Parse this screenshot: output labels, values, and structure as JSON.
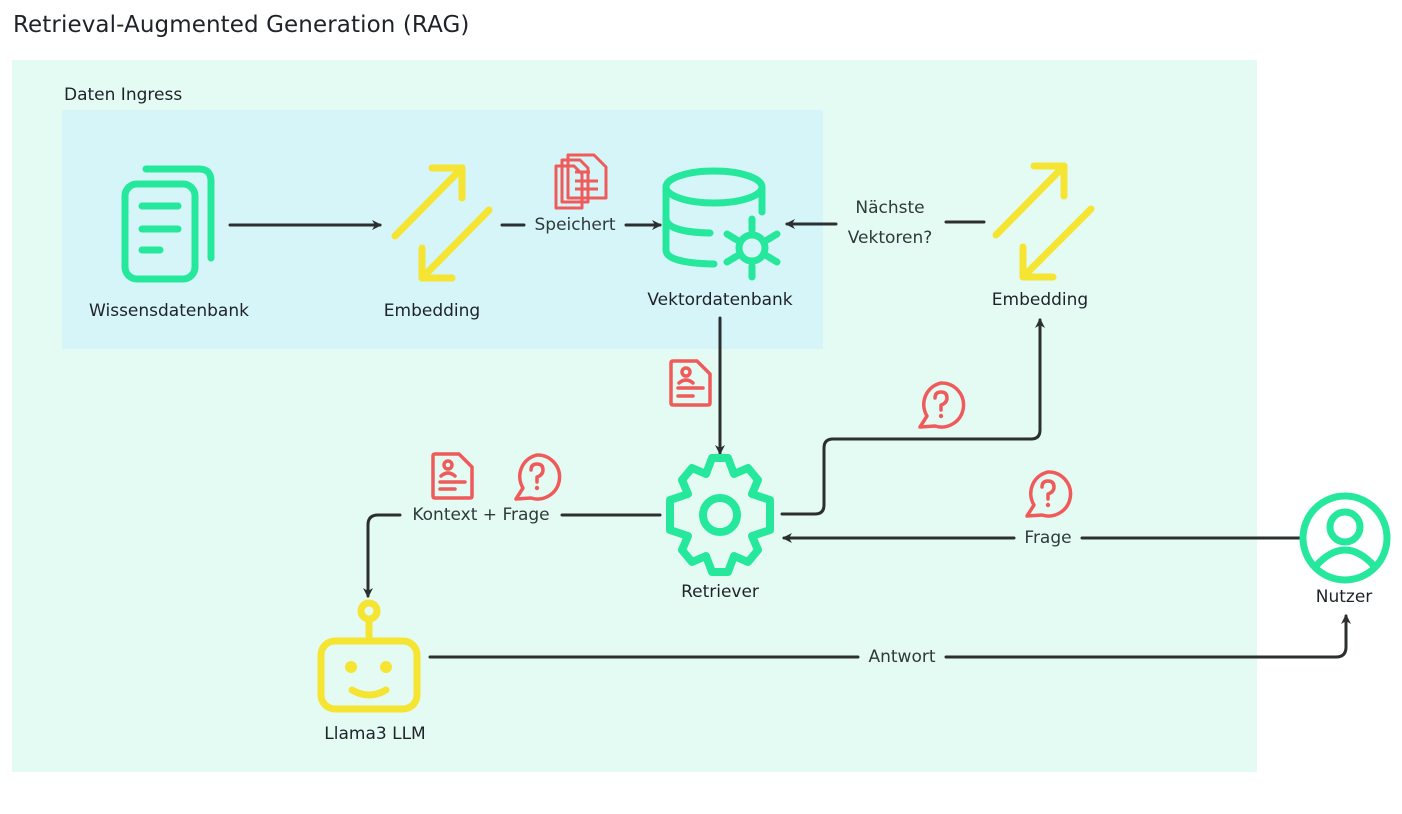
{
  "title": "Retrieval-Augmented Generation (RAG)",
  "groups": {
    "outer": {
      "label": ""
    },
    "ingress": {
      "label": "Daten Ingress"
    }
  },
  "colors": {
    "green": "#26e89d",
    "yellow": "#f5e431",
    "red": "#ef5b5b",
    "edge": "#2b2f2f",
    "outer_bg": "#e4fbf3",
    "inner_bg": "#d6f5f9"
  },
  "nodes": {
    "knowledge_base": {
      "label": "Wissensdatenbank",
      "icon": "documents-icon"
    },
    "embedding_ingress": {
      "label": "Embedding",
      "icon": "swap-arrows-icon"
    },
    "vector_db": {
      "label": "Vektordatenbank",
      "icon": "database-gear-icon"
    },
    "embedding_query": {
      "label": "Embedding",
      "icon": "swap-arrows-icon"
    },
    "retriever": {
      "label": "Retriever",
      "icon": "gear-icon"
    },
    "llm": {
      "label": "Llama3 LLM",
      "icon": "robot-icon"
    },
    "user": {
      "label": "Nutzer",
      "icon": "user-circle-icon"
    }
  },
  "edges": {
    "kb_to_embedding": {
      "label": ""
    },
    "embedding_to_db": {
      "label": "Speichert"
    },
    "embedding_query_to_db": {
      "label_line1": "Nächste",
      "label_line2": "Vektoren?"
    },
    "db_to_retriever": {
      "label": ""
    },
    "retriever_to_embedding": {
      "label": ""
    },
    "retriever_to_llm": {
      "label": "Kontext + Frage"
    },
    "user_to_retriever": {
      "label": "Frage"
    },
    "llm_to_user": {
      "label": "Antwort"
    }
  },
  "badges": {
    "stored_documents": "documents-stack-icon",
    "context_document": "document-user-icon",
    "question_bubble": "question-bubble-icon"
  }
}
